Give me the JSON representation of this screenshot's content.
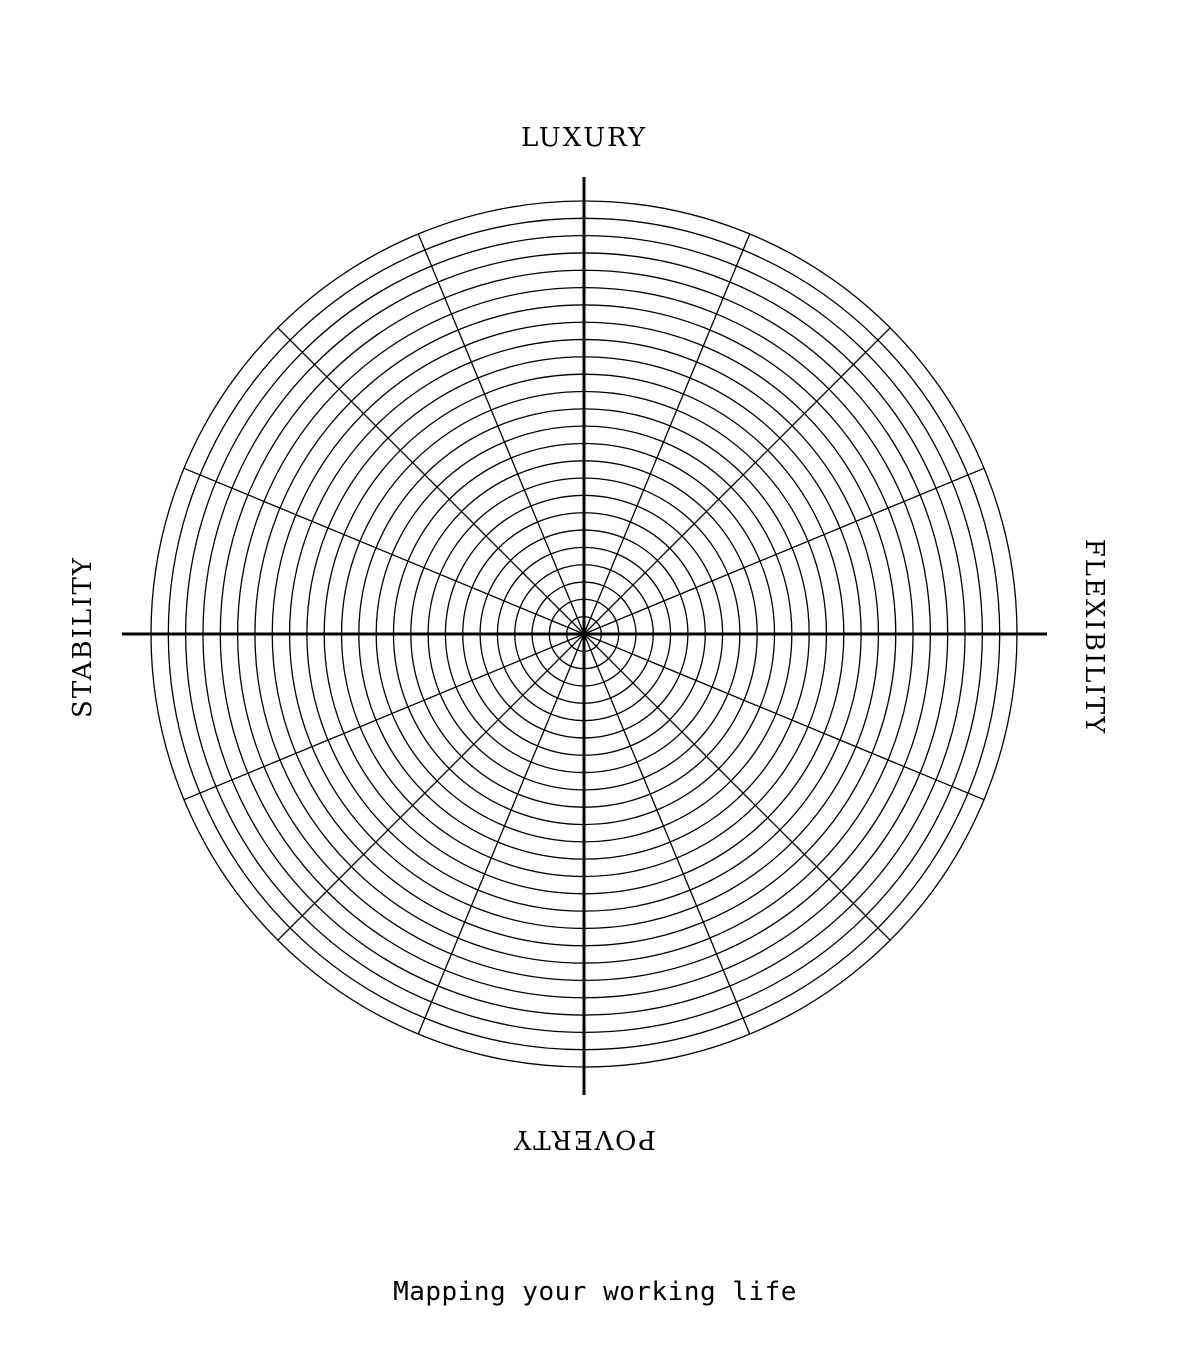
{
  "labels": {
    "top": "LUXURY",
    "right": "FLEXIBILITY",
    "bottom": "POVERTY",
    "left": "STABILITY"
  },
  "caption": "Mapping your working life",
  "grid": {
    "rings": 25,
    "spokes": 16
  },
  "colors": {
    "ink": "#000000",
    "paper": "#ffffff"
  }
}
